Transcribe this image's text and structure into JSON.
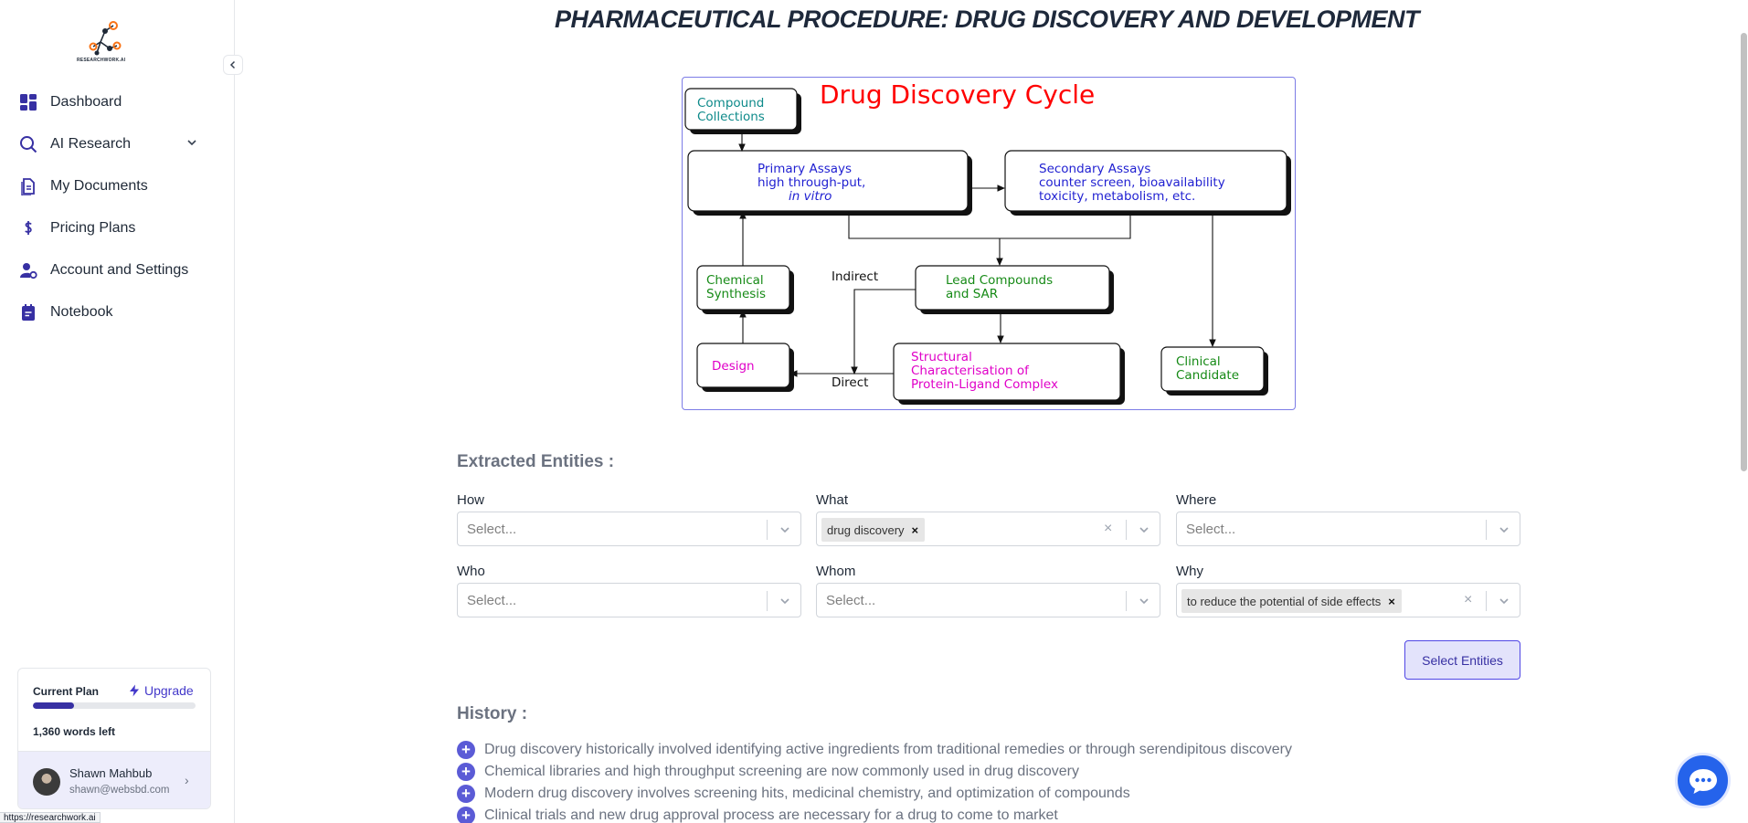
{
  "sidebar": {
    "logo_text": "RESEARCHWORK.AI",
    "items": [
      {
        "label": "Dashboard",
        "icon": "dashboard-icon"
      },
      {
        "label": "AI Research",
        "icon": "search-icon"
      },
      {
        "label": "My Documents",
        "icon": "document-icon"
      },
      {
        "label": "Pricing Plans",
        "icon": "dollar-icon"
      },
      {
        "label": "Account and Settings",
        "icon": "user-settings-icon"
      },
      {
        "label": "Notebook",
        "icon": "notebook-icon"
      }
    ],
    "plan": {
      "title": "Current Plan",
      "upgrade": "Upgrade",
      "usage_fraction": 0.25,
      "words_left": "1,360 words left"
    },
    "user": {
      "name": "Shawn Mahbub",
      "email": "shawn@websbd.com"
    }
  },
  "status_url": "https://researchwork.ai",
  "main": {
    "title": "PHARMACEUTICAL PROCEDURE: DRUG DISCOVERY AND DEVELOPMENT",
    "diagram": {
      "title": "Drug Discovery Cycle",
      "compound": [
        "Compound",
        "Collections"
      ],
      "primary": [
        "Primary Assays",
        "high through-put,",
        "in vitro"
      ],
      "secondary": [
        "Secondary Assays",
        "counter screen, bioavailability",
        "toxicity, metabolism, etc."
      ],
      "chemical": [
        "Chemical",
        "Synthesis"
      ],
      "lead": [
        "Lead Compounds",
        "and SAR"
      ],
      "design": "Design",
      "structural": [
        "Structural",
        "Characterisation of",
        "Protein-Ligand Complex"
      ],
      "clinical": [
        "Clinical",
        "Candidate"
      ],
      "indirect": "Indirect",
      "direct": "Direct",
      "colors": {
        "teal": "#0e8a8a",
        "blue": "#1f1fd1",
        "green": "#168a16",
        "magenta": "#e000c8",
        "red": "#ff0000"
      }
    },
    "entities": {
      "heading": "Extracted Entities :",
      "how": {
        "label": "How",
        "placeholder": "Select..."
      },
      "what": {
        "label": "What",
        "chip": "drug discovery"
      },
      "where": {
        "label": "Where",
        "placeholder": "Select..."
      },
      "who": {
        "label": "Who",
        "placeholder": "Select..."
      },
      "whom": {
        "label": "Whom",
        "placeholder": "Select..."
      },
      "why": {
        "label": "Why",
        "chip": "to reduce the potential of side effects"
      },
      "button": "Select Entities"
    },
    "history": {
      "heading": "History :",
      "items": [
        "Drug discovery historically involved identifying active ingredients from traditional remedies or through serendipitous discovery",
        "Chemical libraries and high throughput screening are now commonly used in drug discovery",
        "Modern drug discovery involves screening hits, medicinal chemistry, and optimization of compounds",
        "Clinical trials and new drug approval process are necessary for a drug to come to market"
      ]
    }
  },
  "colors": {
    "accent": "#4f46e5",
    "sidebar_icon": "#3730a3"
  }
}
